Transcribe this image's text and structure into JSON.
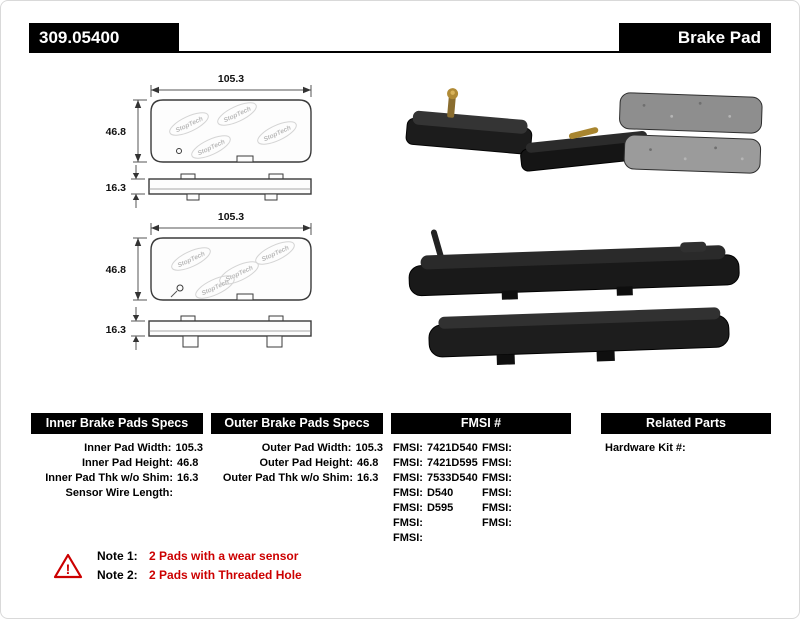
{
  "header": {
    "part_number": "309.05400",
    "title": "Brake Pad"
  },
  "colors": {
    "banner_background": "#000000",
    "note_red": "#cc0000"
  },
  "diagrams": [
    {
      "pad_width": "105.3",
      "pad_height": "46.8",
      "pad_thickness": "16.3",
      "watermark": "StopTech"
    },
    {
      "pad_width": "105.3",
      "pad_height": "46.8",
      "pad_thickness": "16.3",
      "watermark": "StopTech"
    }
  ],
  "specs": {
    "inner": {
      "header": "Inner Brake Pads Specs",
      "rows": [
        {
          "label": "Inner Pad Width:",
          "value": "105.3"
        },
        {
          "label": "Inner Pad Height:",
          "value": "46.8"
        },
        {
          "label": "Inner Pad Thk w/o Shim:",
          "value": "16.3"
        },
        {
          "label": "Sensor Wire Length:",
          "value": ""
        }
      ]
    },
    "outer": {
      "header": "Outer Brake Pads Specs",
      "rows": [
        {
          "label": "Outer Pad Width:",
          "value": "105.3"
        },
        {
          "label": "Outer Pad Height:",
          "value": "46.8"
        },
        {
          "label": "Outer Pad Thk w/o Shim:",
          "value": "16.3"
        }
      ]
    },
    "fmsi": {
      "header": "FMSI #",
      "left": [
        {
          "label": "FMSI:",
          "value": "7421D540"
        },
        {
          "label": "FMSI:",
          "value": "7421D595"
        },
        {
          "label": "FMSI:",
          "value": "7533D540"
        },
        {
          "label": "FMSI:",
          "value": "D540"
        },
        {
          "label": "FMSI:",
          "value": "D595"
        },
        {
          "label": "FMSI:",
          "value": ""
        },
        {
          "label": "FMSI:",
          "value": ""
        }
      ],
      "right": [
        {
          "label": "FMSI:",
          "value": ""
        },
        {
          "label": "FMSI:",
          "value": ""
        },
        {
          "label": "FMSI:",
          "value": ""
        },
        {
          "label": "FMSI:",
          "value": ""
        },
        {
          "label": "FMSI:",
          "value": ""
        },
        {
          "label": "FMSI:",
          "value": ""
        }
      ]
    },
    "related": {
      "header": "Related Parts",
      "rows": [
        {
          "label": "Hardware Kit #:",
          "value": ""
        }
      ]
    }
  },
  "notes_section": {
    "warning_glyph": "!",
    "items": [
      {
        "label": "Note 1:",
        "text": "2 Pads with a wear sensor"
      },
      {
        "label": "Note 2:",
        "text": "2 Pads with Threaded Hole"
      }
    ]
  }
}
